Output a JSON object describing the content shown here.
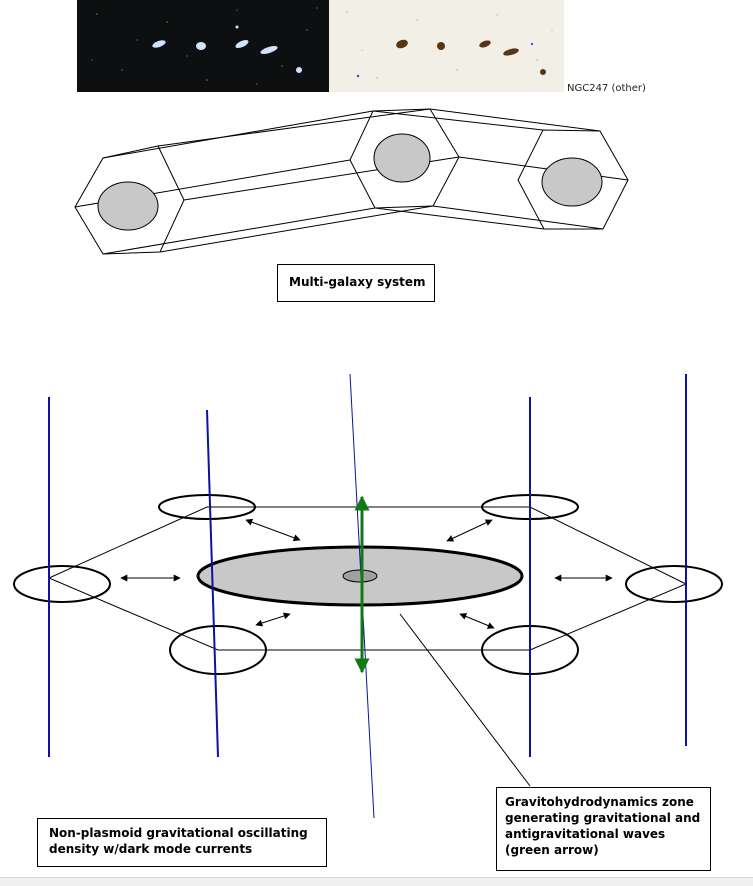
{
  "photo_caption": "NGC247 (other)",
  "top_label": "Multi-galaxy system",
  "bottom_left_label": [
    "Non-plasmoid gravitational oscillating",
    "density w/dark mode currents"
  ],
  "bottom_right_label": [
    "Gravitohydrodynamics zone",
    "generating gravitational and",
    "antigravitational waves",
    "(green arrow)"
  ],
  "colors": {
    "field_lines": "#0a14a0",
    "green_arrow": "#137a13",
    "disk_fill": "#c8c8c8",
    "photo_left_bg": "#0d0f10",
    "photo_right_bg": "#f2efe6"
  },
  "icons": {
    "double_arrow": "two-headed-arrow",
    "green_arrow": "vertical-two-headed-arrow"
  }
}
